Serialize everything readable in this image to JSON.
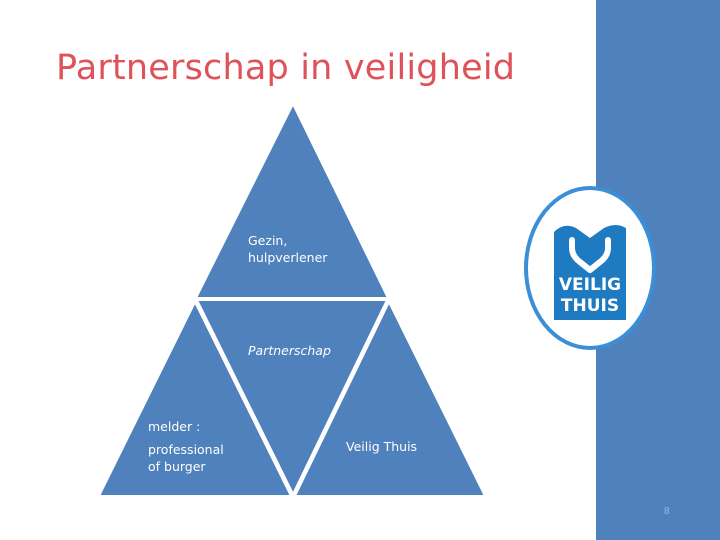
{
  "slide": {
    "title": "Partnerschap in veiligheid",
    "page_number": "8"
  },
  "diagram": {
    "top": "Gezin, hulpverlener",
    "top_lines": [
      "Gezin,",
      "hulpverlener"
    ],
    "center": "Partnerschap",
    "left_lines": [
      "melder :",
      "professional",
      "of burger"
    ],
    "right": "Veilig Thuis"
  },
  "logo": {
    "lines": [
      "VEILIG",
      "THUIS"
    ]
  },
  "colors": {
    "title": "#e0525a",
    "triangle_fill": "#4f81bd",
    "band": "#4f81bd",
    "logo_blue": "#1f7bc1",
    "logo_ring": "#3b8fd6"
  }
}
